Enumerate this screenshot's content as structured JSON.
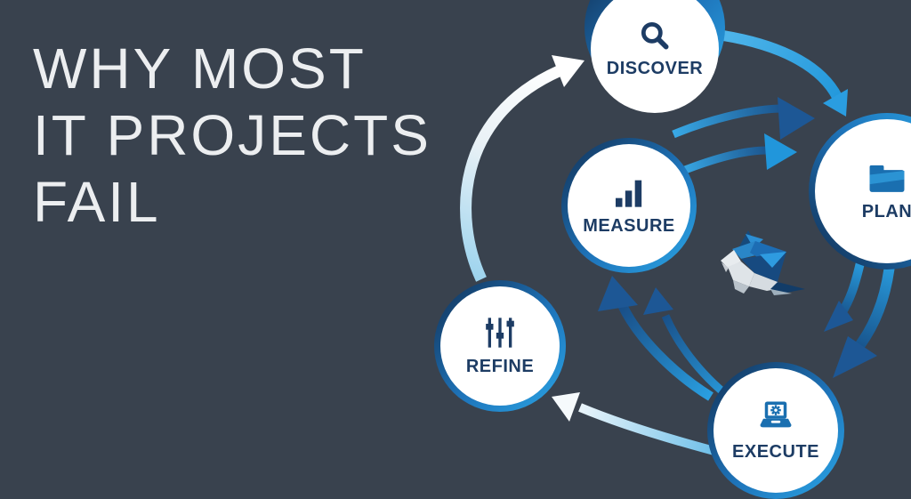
{
  "title": {
    "lines": [
      "WHY MOST",
      "IT PROJECTS",
      "FAIL"
    ]
  },
  "cycle": {
    "nodes": [
      {
        "id": "discover",
        "label": "DISCOVER",
        "icon": "magnifier-icon"
      },
      {
        "id": "plan",
        "label": "PLAN",
        "icon": "folder-icon"
      },
      {
        "id": "measure",
        "label": "MEASURE",
        "icon": "bar-chart-icon"
      },
      {
        "id": "refine",
        "label": "REFINE",
        "icon": "sliders-icon"
      },
      {
        "id": "execute",
        "label": "EXECUTE",
        "icon": "laptop-gear-icon"
      }
    ],
    "arrows": [
      {
        "from": "REFINE",
        "to": "DISCOVER",
        "style": "white-curve"
      },
      {
        "from": "DISCOVER",
        "to": "PLAN",
        "style": "azure-curve"
      },
      {
        "from": "MEASURE",
        "to": "PLAN",
        "style": "double-blue"
      },
      {
        "from": "PLAN",
        "to": "EXECUTE",
        "style": "double-blue"
      },
      {
        "from": "EXECUTE",
        "to": "MEASURE",
        "style": "double-blue"
      },
      {
        "from": "EXECUTE",
        "to": "REFINE",
        "style": "light-curve"
      }
    ]
  },
  "logo": {
    "name": "blue-jay"
  },
  "colors": {
    "background": "#39424e",
    "navy_text": "#1d3c64",
    "azure": "#29a1e2",
    "mid_blue": "#1d6db4",
    "steel_blue": "#1d5795",
    "white": "#ffffff"
  }
}
